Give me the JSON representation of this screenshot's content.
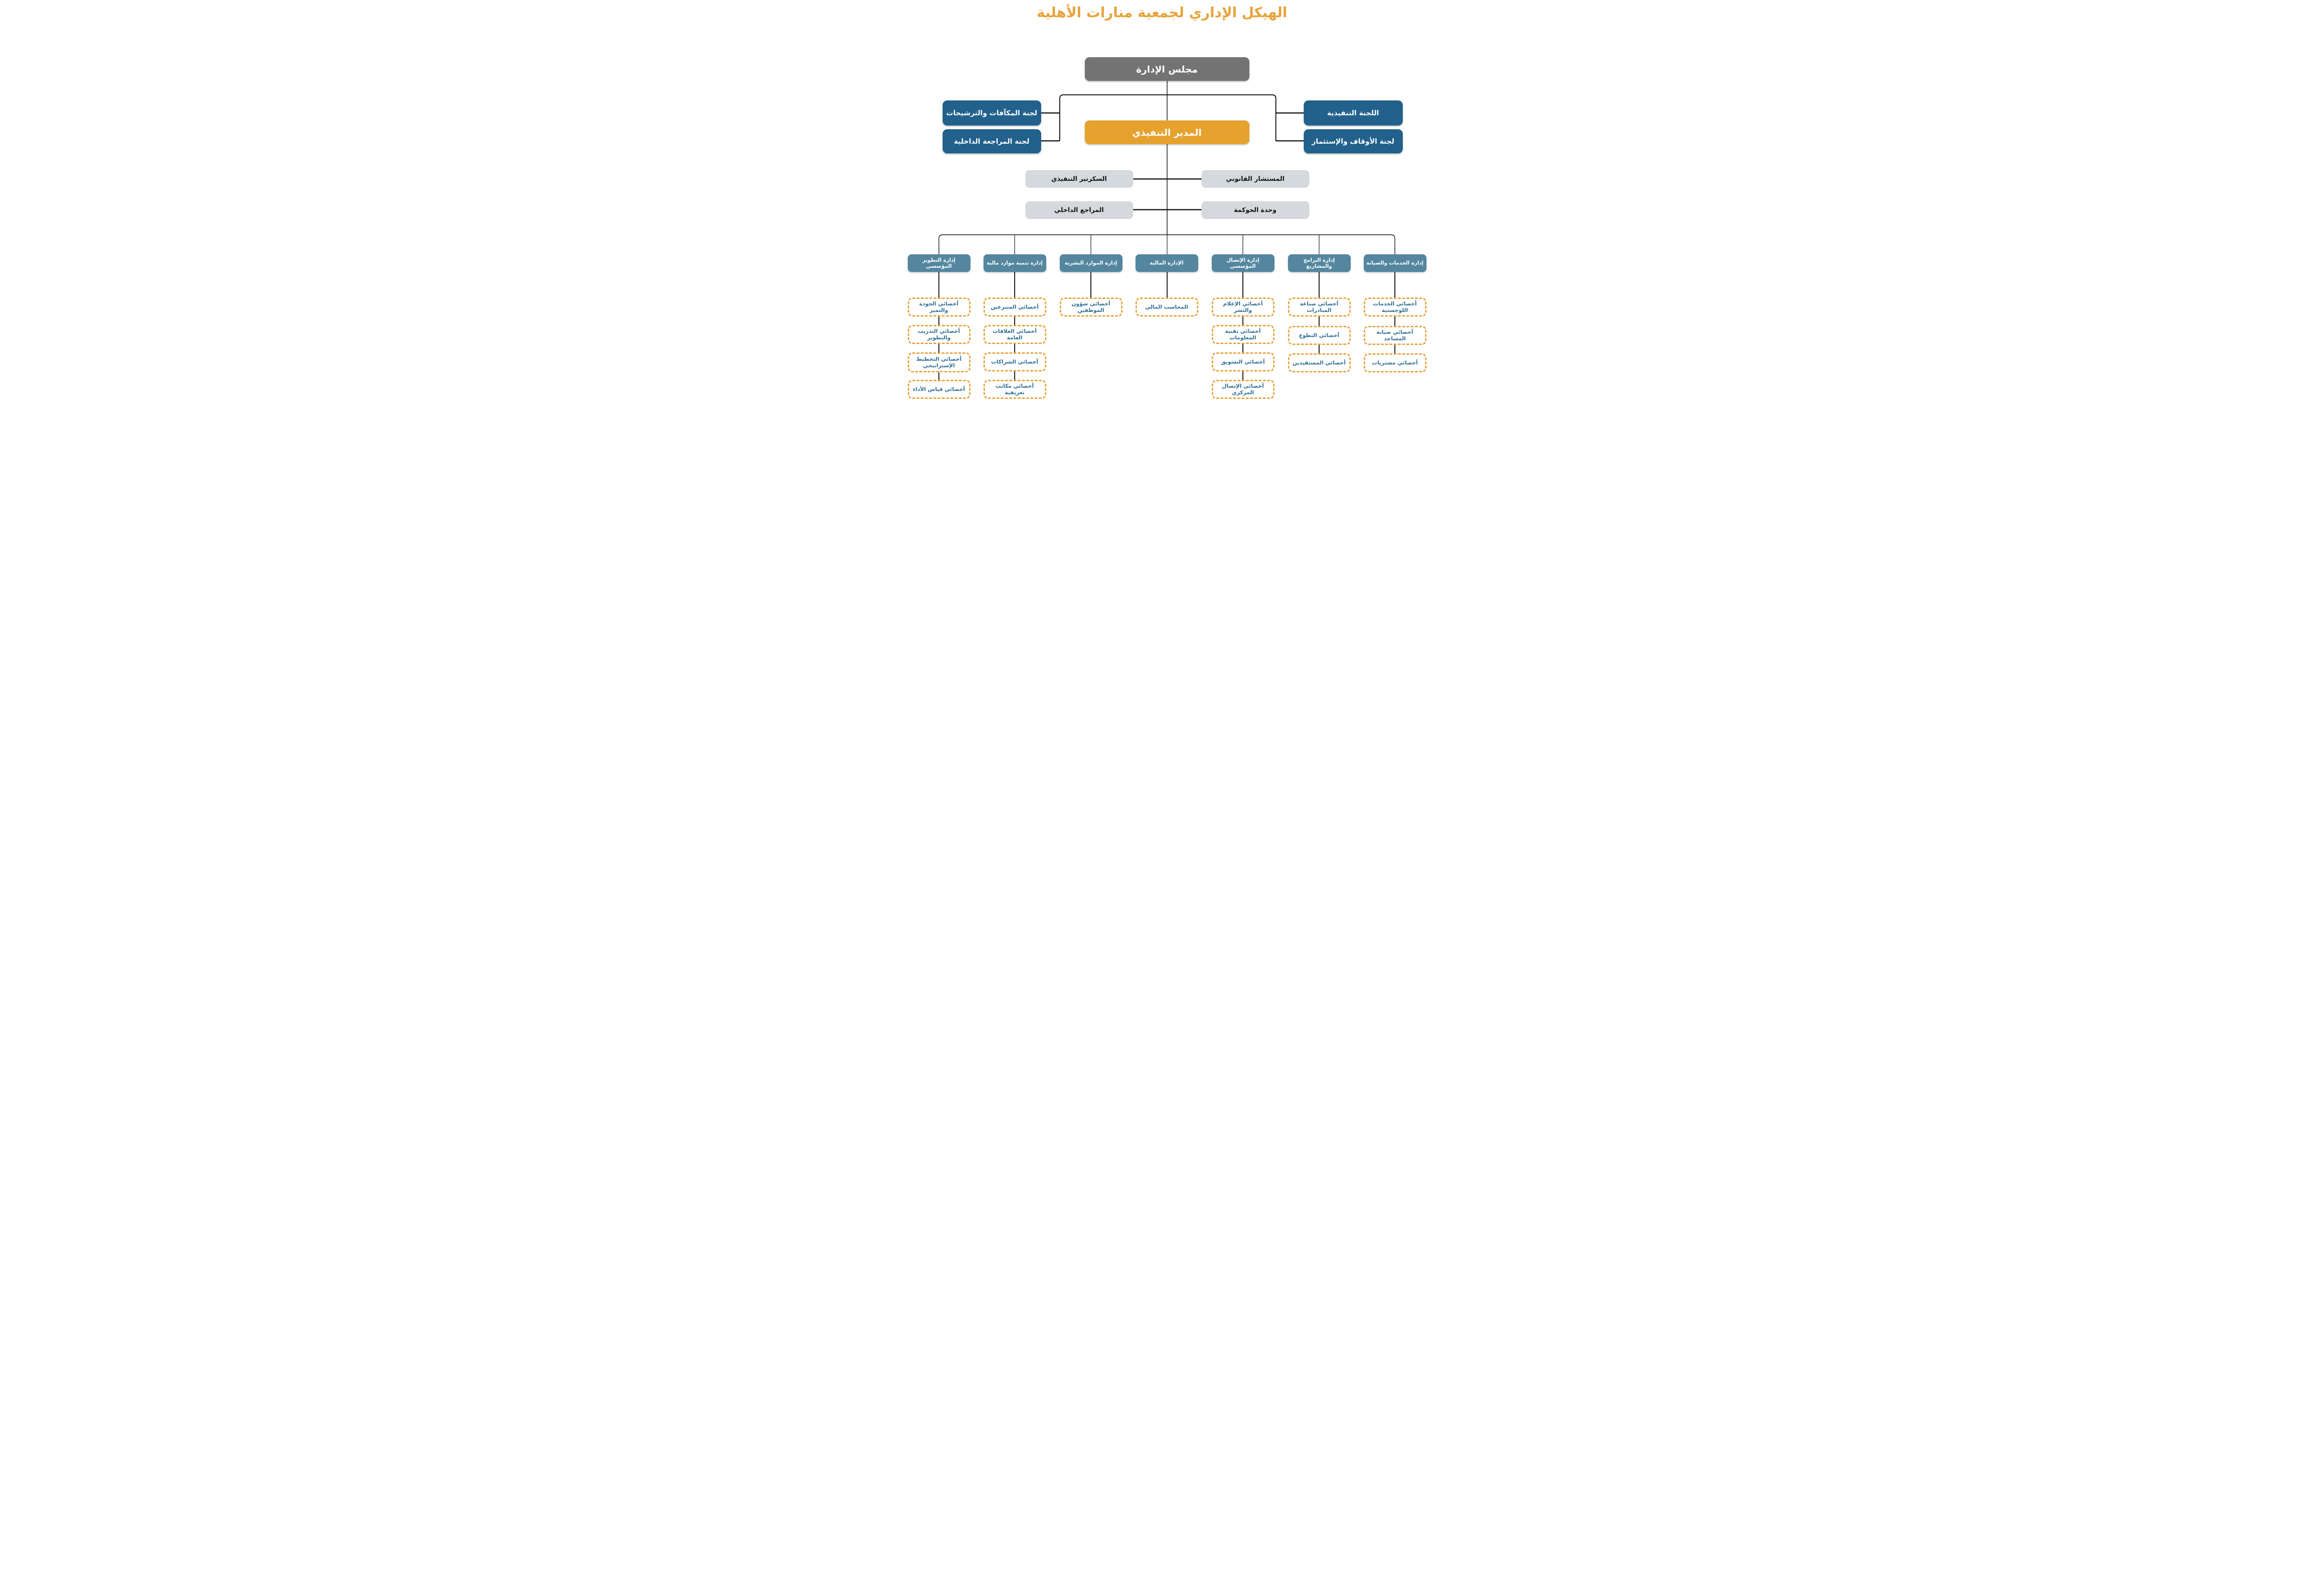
{
  "title": "الهيكل الإداري لجمعية منارات الأهلية",
  "colors": {
    "title_orange": "#E8A33C",
    "executive_orange": "#E6A22E",
    "committee_blue": "#21618C",
    "department_blue": "#54879F",
    "staff_gray": "#D5D8DC",
    "board_gray": "#737373",
    "specialist_text_blue": "#2E6E96",
    "dashed_border_orange": "#E8A33C"
  },
  "board": {
    "label": "مجلس الإدارة"
  },
  "executive_director": {
    "label": "المدير التنفيذي"
  },
  "committees_left": [
    {
      "label": "لجنة المكآفات والترشيحات"
    },
    {
      "label": "لجنة المراجعة الداخلية"
    }
  ],
  "committees_right": [
    {
      "label": "اللجنة التنفيذية"
    },
    {
      "label": "لجنة الأوقاف والإستثمار"
    }
  ],
  "staff_offices": [
    {
      "label": "السكرتير التنفيذي"
    },
    {
      "label": "المستشار القانوني"
    },
    {
      "label": "المراجع الداخلي"
    },
    {
      "label": "وحدة الحوكمة"
    }
  ],
  "departments": [
    {
      "label": "إدارة التطوير المؤسسي",
      "specialists": [
        "أخصائي الجودة والتميز",
        "أخصائي التدريب والتطوير",
        "أخصائي التخطيط الإستراتيجي",
        "أخصائي قياس الأداء"
      ]
    },
    {
      "label": "إدارة تنمية موارد مالية",
      "specialists": [
        "أخصائي المتبرعين",
        "أخصائي العلاقات العامة",
        "أخصائي الشراكات",
        "أخصائي مكاتب تعريفية"
      ]
    },
    {
      "label": "إدارة الموارد البشرية",
      "specialists": [
        "أخصائي شؤون الموظفين"
      ]
    },
    {
      "label": "الإدارة المالية",
      "specialists": [
        "المحاسب المالي"
      ]
    },
    {
      "label": "إدارة الإتصال المؤسسي",
      "specialists": [
        "أخصائي الإعلام والنشر",
        "أخصائي تقنية المعلومات",
        "أخصائي التسويق",
        "أخصائي الإتصال المركزي"
      ]
    },
    {
      "label": "إدارة البرامج والمشاريع",
      "specialists": [
        "أخصائي صناعة المبادرات",
        "أخصائي التطوع",
        "أخصائي المستفيدين"
      ]
    },
    {
      "label": "إدارة الخدمات والصيانة",
      "specialists": [
        "أخصائي الخدمات اللوجستية",
        "أخصائي صيانة المساجد",
        "أخصائي مشتريات"
      ]
    }
  ]
}
